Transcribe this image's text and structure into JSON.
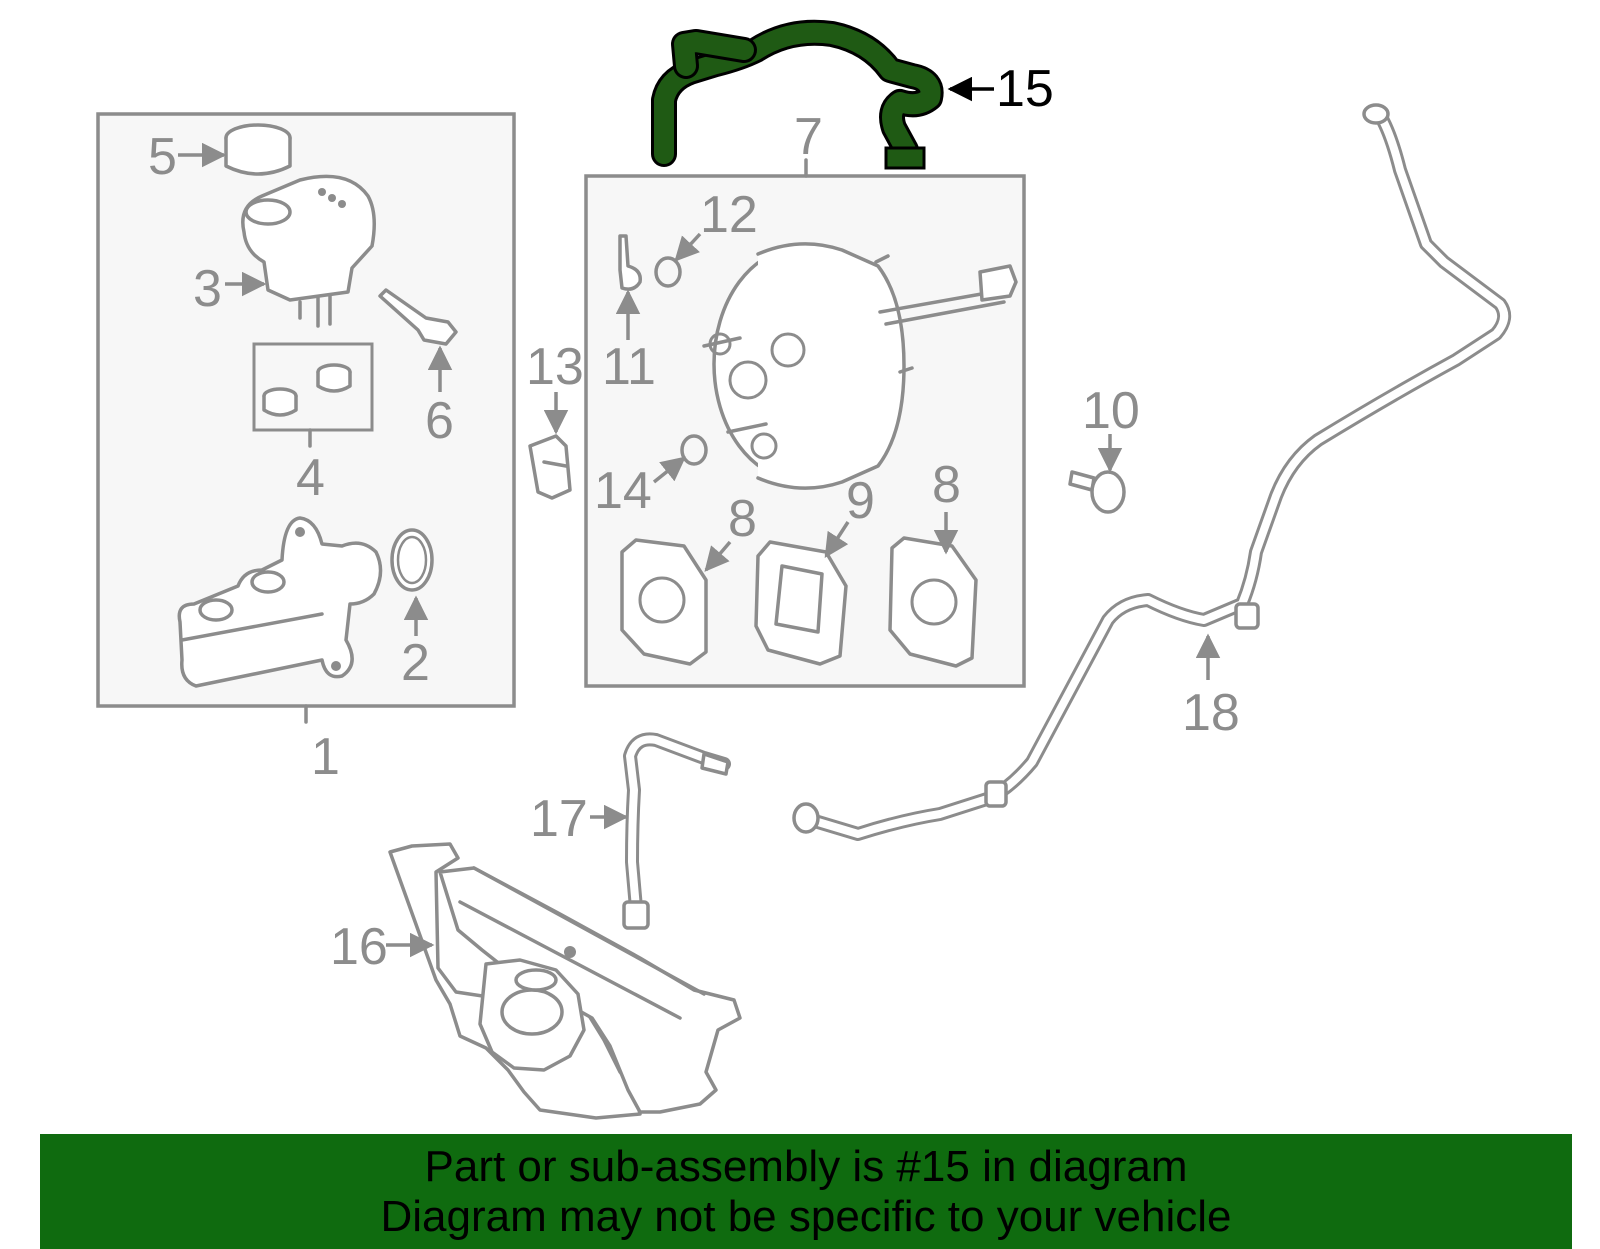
{
  "callouts": {
    "c1": "1",
    "c2": "2",
    "c3": "3",
    "c4": "4",
    "c5": "5",
    "c6": "6",
    "c7": "7",
    "c8a": "8",
    "c8b": "8",
    "c9": "9",
    "c10": "10",
    "c11": "11",
    "c12": "12",
    "c13": "13",
    "c14": "14",
    "c15": "15",
    "c16": "16",
    "c17": "17",
    "c18": "18"
  },
  "highlight": {
    "part_number": "15",
    "color": "#1f5a14"
  },
  "banner": {
    "line1": "Part or sub-assembly is #15 in diagram",
    "line2": "Diagram may not be specific to your vehicle",
    "background": "#0f6b0f"
  }
}
